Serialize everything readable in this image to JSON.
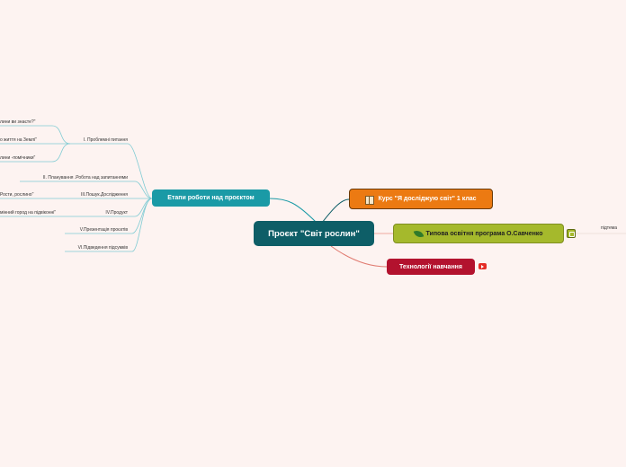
{
  "central": {
    "title": "Проєкт \"Світ рослин\""
  },
  "branches": {
    "stages": {
      "label": "Етапи  роботи над проєктом"
    },
    "course": {
      "label": "Курс \"Я досліджую світ\" 1 клас",
      "icon": "book-icon"
    },
    "program": {
      "label": "Типова освітня програма  О.Савченко",
      "icon": "sprout-icon",
      "link_icon": "external-link-icon"
    },
    "technologies": {
      "label": "Технології навчання",
      "media_icon": "youtube-icon"
    }
  },
  "stage_items": [
    {
      "label": "I. Проблемні питання"
    },
    {
      "label": "II. Планування .Робота над запитаннями"
    },
    {
      "label": "III.Пошук.Дослідження"
    },
    {
      "label": "IV.Продукт"
    },
    {
      "label": "V.Презентація проєктів"
    },
    {
      "label": "VI.Підведення підсумків"
    }
  ],
  "problem_questions": [
    {
      "label": "лини ви знаєте?\""
    },
    {
      "label": "о життя на Землі\""
    },
    {
      "label": "лини -помічники\""
    }
  ],
  "research_items": [
    {
      "label": "Рости, рослино\""
    }
  ],
  "product_items": [
    {
      "label": "мінний город на підвіконні\""
    }
  ],
  "program_items": [
    {
      "label": "підтема"
    }
  ],
  "colors": {
    "background": "#fdf3f1",
    "central": "#0e5e67",
    "stages": "#1a9aa6",
    "course": "#ec7a12",
    "program": "#a5b92c",
    "technologies": "#b3122e",
    "connector": "#7fcbd3"
  }
}
